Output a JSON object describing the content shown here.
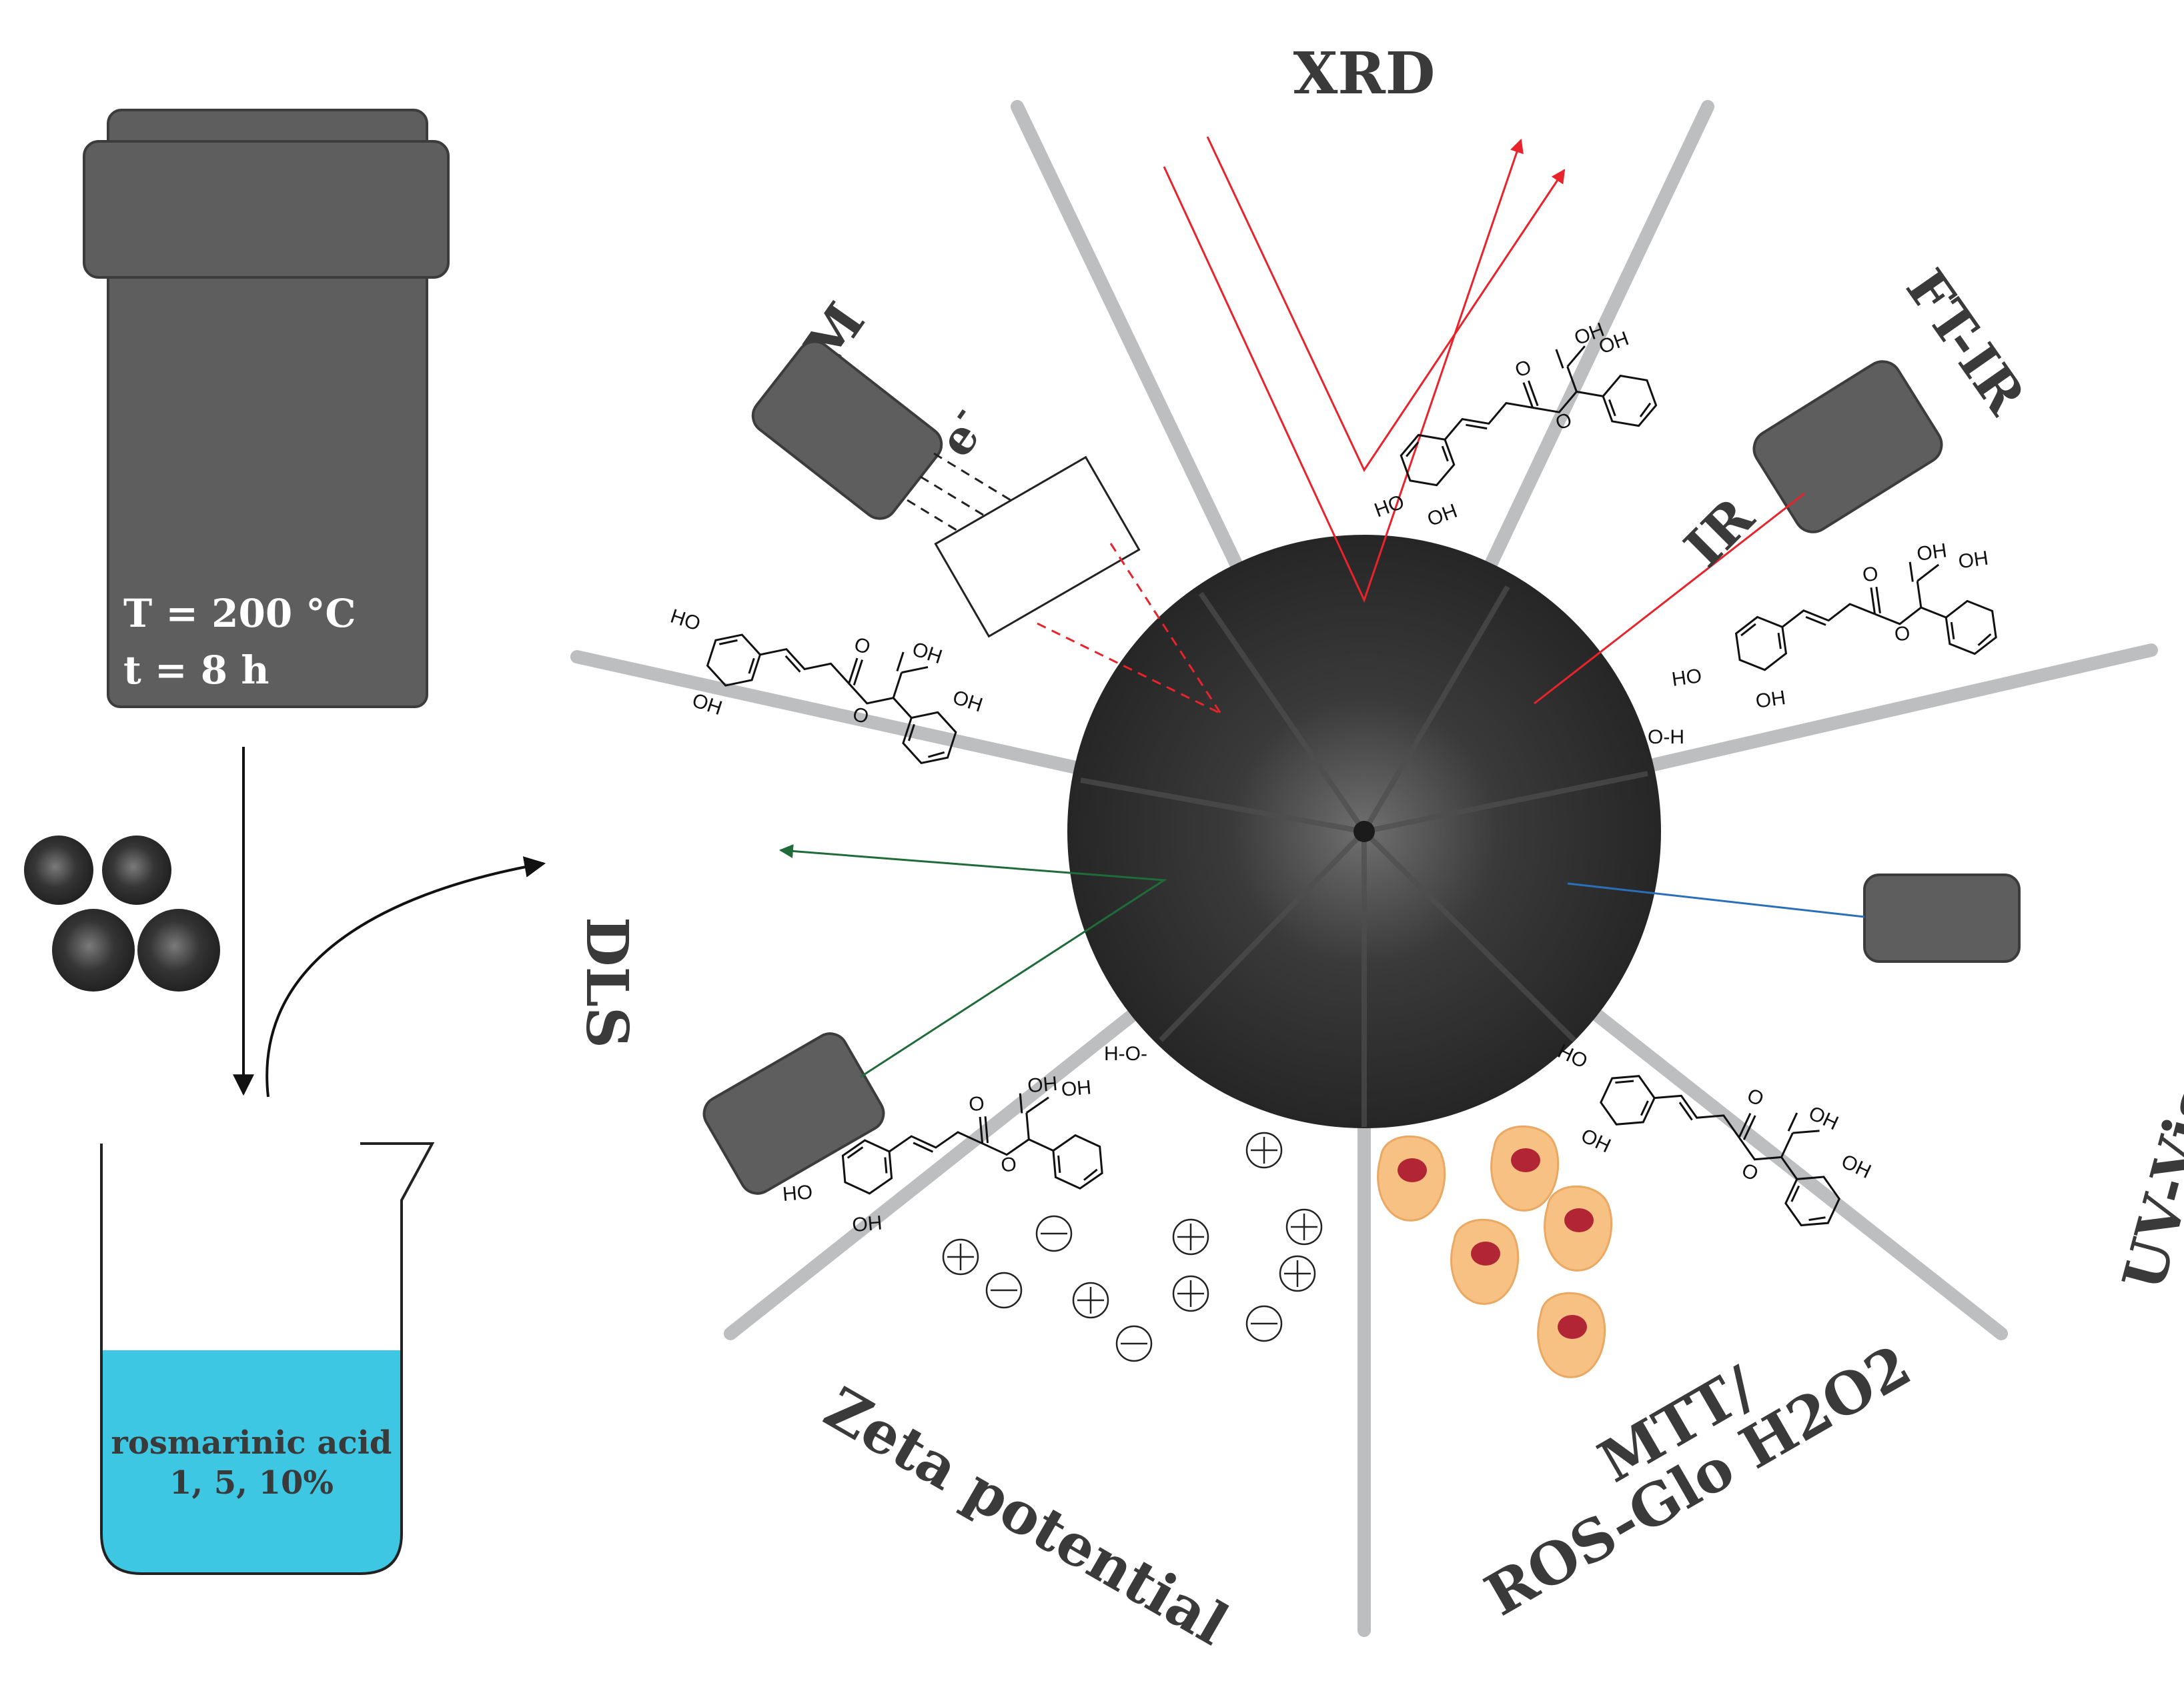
{
  "colors": {
    "device": "#5e5e5f",
    "device_stroke": "#3c3c3c",
    "spoke": "#bdbebf",
    "liquid": "#3ec7e3",
    "xrd_ray": "#e8232b",
    "ir_ray": "#e8232b",
    "dls_ray": "#1f6b3a",
    "uvvis_ray": "#2a6fb7",
    "cell_body": "#f8c184",
    "cell_nucleus": "#b12535",
    "label": "#3a3a3a"
  },
  "synthesis": {
    "temperature": "T = 200 °C",
    "time": "t = 8 h",
    "beaker_line1": "rosmarinic acid",
    "beaker_line2": "1, 5, 10%"
  },
  "techniques": {
    "xrd": "XRD",
    "ftir": "FT-IR",
    "ir": "IR",
    "sem": "SEM",
    "electron": "e",
    "electron_sup": "-",
    "dls": "DLS",
    "zeta": "Zeta potential",
    "mtt_line1": "MTT/",
    "mtt_line2": "ROS-Glo H2O2",
    "uvvis": "UV-Vis spectroscopy"
  },
  "molecule": {
    "ho": "HO",
    "oh": "OH",
    "o": "O",
    "h": "H"
  },
  "charges": {
    "plus": "+",
    "minus": "−"
  }
}
